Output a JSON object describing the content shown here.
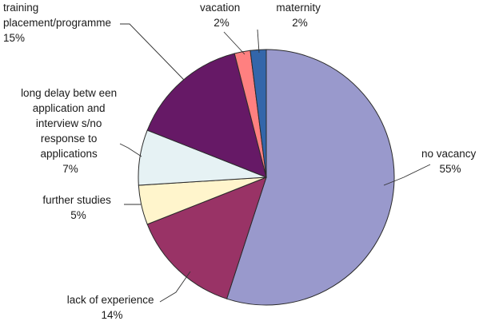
{
  "chart_data": {
    "type": "pie",
    "title": "",
    "start": "12 o'clock",
    "direction": "clockwise",
    "legend": "none",
    "slices": [
      {
        "name": "no vacancy",
        "value": 55,
        "value_label": "55%",
        "color": "#9999cc"
      },
      {
        "name": "lack of experience",
        "value": 14,
        "value_label": "14%",
        "color": "#993366"
      },
      {
        "name": "further studies",
        "value": 5,
        "value_label": "5%",
        "color": "#fff5cc"
      },
      {
        "name": "long delay betw een application and interview s/no response to applications",
        "value": 7,
        "value_label": "7%",
        "color": "#e6f2f4"
      },
      {
        "name": "training placement/programme",
        "value": 15,
        "value_label": "15%",
        "color": "#661966"
      },
      {
        "name": "vacation",
        "value": 2,
        "value_label": "2%",
        "color": "#ff8080"
      },
      {
        "name": "maternity",
        "value": 2,
        "value_label": "2%",
        "color": "#3366aa"
      }
    ]
  },
  "labels": {
    "no_vacancy": {
      "lines": [
        "no vacancy"
      ],
      "value": "55%"
    },
    "lack_of_experience": {
      "lines": [
        "lack of experience"
      ],
      "value": "14%"
    },
    "further_studies": {
      "lines": [
        "further studies"
      ],
      "value": "5%"
    },
    "long_delay": {
      "lines": [
        "long delay betw een",
        "application and",
        "interview s/no",
        "response to",
        "applications"
      ],
      "value": "7%"
    },
    "training": {
      "lines": [
        "training",
        "placement/programme"
      ],
      "value": "15%"
    },
    "vacation": {
      "lines": [
        "vacation"
      ],
      "value": "2%"
    },
    "maternity": {
      "lines": [
        "maternity"
      ],
      "value": "2%"
    }
  }
}
